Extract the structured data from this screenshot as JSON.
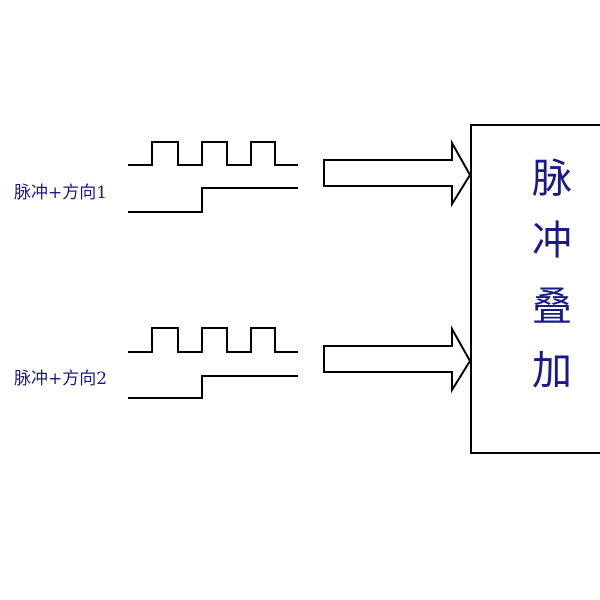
{
  "inputs": [
    {
      "label": "脉冲+方向1",
      "pulses": 3
    },
    {
      "label": "脉冲+方向2",
      "pulses": 3
    }
  ],
  "block": {
    "chars": [
      "脉",
      "冲",
      "叠",
      "加"
    ]
  },
  "colors": {
    "text": "#1a1a8c",
    "line": "#000000",
    "background": "#ffffff"
  }
}
